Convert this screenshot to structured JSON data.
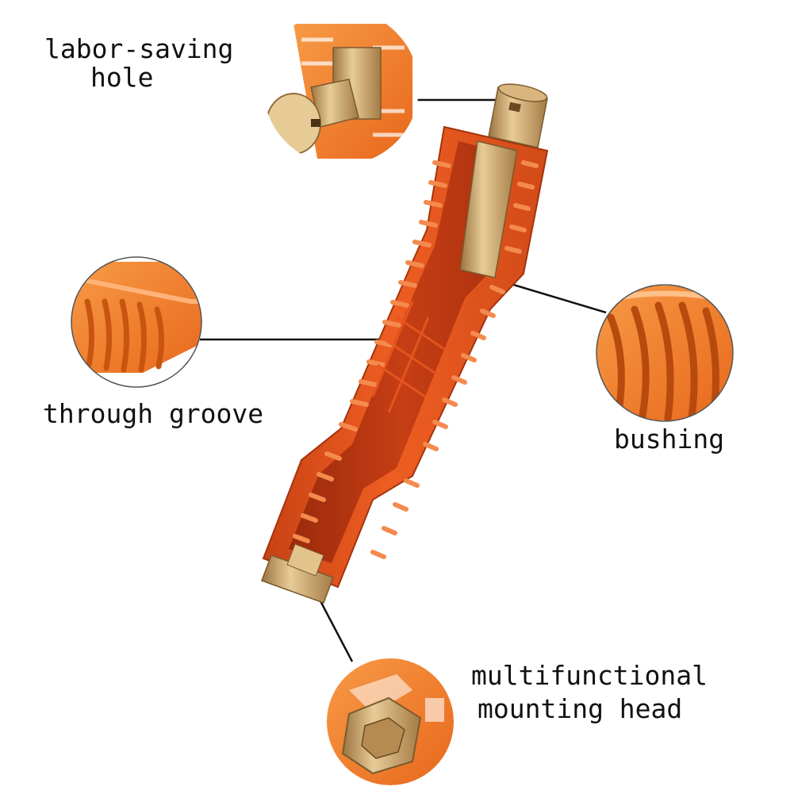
{
  "labels": {
    "labor_saving_hole": [
      "labor-saving",
      "hole"
    ],
    "through_groove": "through groove",
    "bushing": "bushing",
    "multifunctional_mounting_head": [
      "multifunctional",
      "mounting head"
    ]
  },
  "colors": {
    "tool_orange": "#e8561f",
    "tool_orange_dark": "#b83a12",
    "tool_orange_light": "#f58a4b",
    "brass": "#c9a46a",
    "brass_dark": "#8f6a3a",
    "callout_orange": "#f07a22",
    "leader_line": "#111111",
    "circle_border": "#555555"
  },
  "icons": {
    "main": "faucet-sink-wrench-illustration",
    "callout_top": "labor-saving-hole-closeup",
    "callout_left": "through-groove-closeup",
    "callout_right": "bushing-closeup",
    "callout_bottom": "mounting-head-closeup"
  }
}
